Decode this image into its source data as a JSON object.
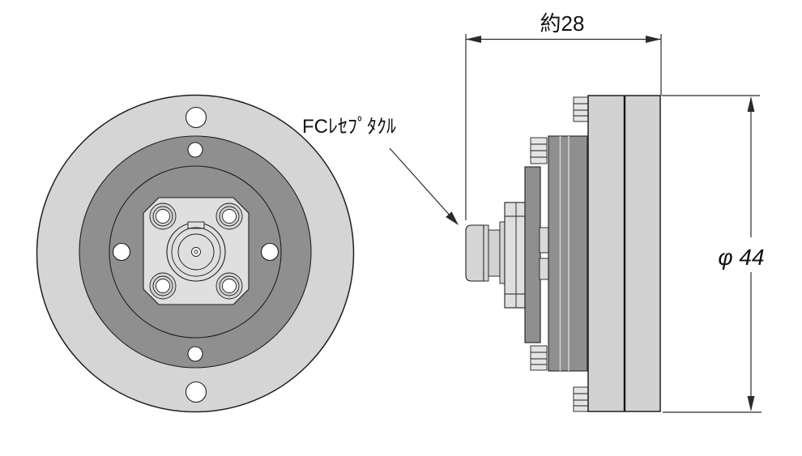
{
  "part_label": {
    "text": "FCﾚｾﾌﾟﾀｸﾙ"
  },
  "dimensions": {
    "length": {
      "text": "約28"
    },
    "diameter": {
      "text": "φ 44"
    }
  },
  "colors": {
    "background": "#ffffff",
    "outline": "#1f1f1f",
    "dim_line": "#2b2b2b",
    "metal_light": "#d5d5d5",
    "metal_mid": "#d2d2d2",
    "metal_dark": "#8f8f8f",
    "plate_light": "#dfdfdf",
    "knurl_light": "#e4e4e4",
    "slot_light": "#d9d9d9",
    "hole_fill": "#ffffff",
    "text_color": "#111111"
  }
}
